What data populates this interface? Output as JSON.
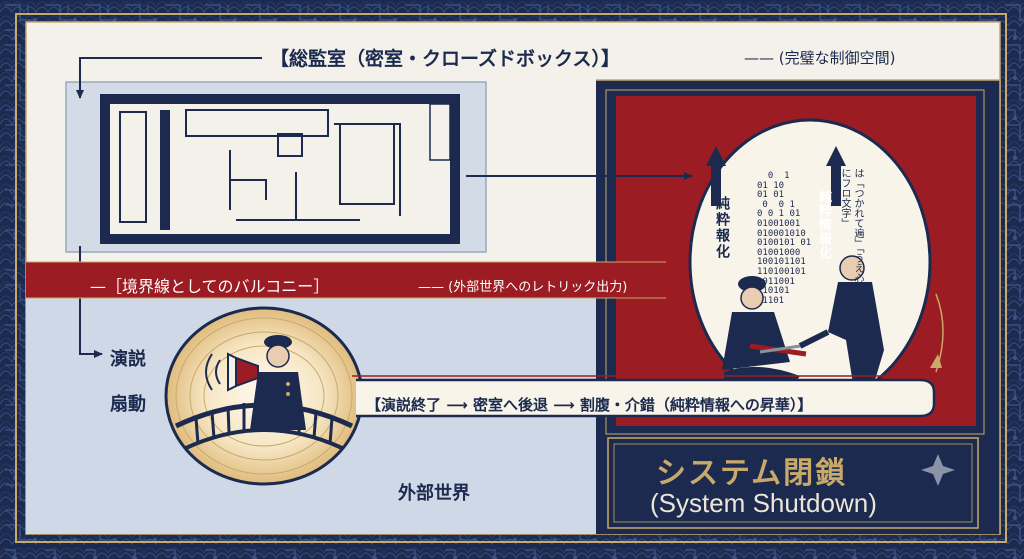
{
  "colors": {
    "navy": "#1b2a4e",
    "crimson": "#9b1c22",
    "gold": "#c9a96a",
    "paper": "#f4f1ea",
    "lightblue": "#cfd8e6"
  },
  "header": {
    "title": "【総監室（密室・クローズドボックス）】",
    "subtitle": "—— (完璧な制御空間)"
  },
  "boundary": {
    "label": "—［境界線としてのバルコニー］",
    "sublabel": "—— (外部世界へのレトリック出力)"
  },
  "speech": {
    "speech_label": "演説",
    "agitation_label": "扇動",
    "process": "【演説終了 ⟶ 密室へ後退 ⟶ 割腹・介錯（純粋情報への昇華）】"
  },
  "outer_world": "外部世界",
  "scene": {
    "purify_left": "純粋報化",
    "purify_right": "純粋情報化",
    "binary": "  0  1\n01 10\n01 01\n 0  0 1\n0 0 1 01\n01001001\n010001010\n0100101 01\n01001000\n100101101\n110100101\n1011001\n 10101\n 1101",
    "quote": "は「つかれて遍」「うえ心にフロ文字」"
  },
  "shutdown": {
    "title": "システム閉鎖",
    "subtitle": "(System Shutdown)"
  },
  "icons": [
    "megaphone-icon",
    "officer-figure-icon",
    "seppuku-scene-icon",
    "sparkle-icon",
    "arrow-icon"
  ]
}
